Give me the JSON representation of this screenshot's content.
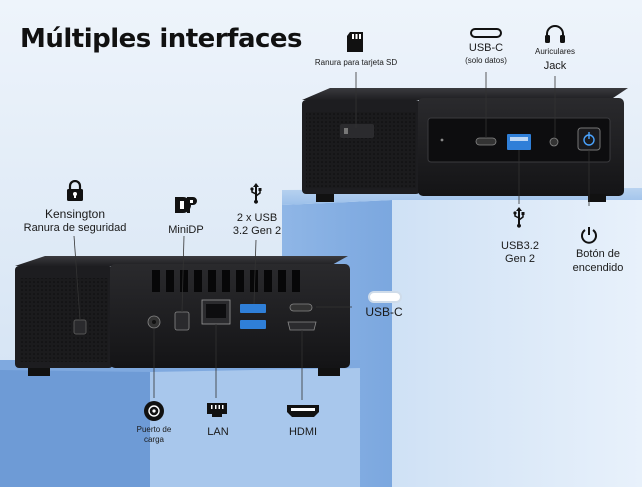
{
  "title": "Múltiples interfaces",
  "labels": {
    "sd_slot": "Ranura para tarjeta SD",
    "usbc_top_line1": "USB-C",
    "usbc_top_line2": "(solo datos)",
    "headphones_line1": "Auriculares",
    "headphones_line2": "Jack",
    "usb32_line1": "USB3.2",
    "usb32_line2": "Gen 2",
    "power_line1": "Botón de",
    "power_line2": "encendido",
    "kensington_line1": "Kensington",
    "kensington_line2": "Ranura de seguridad",
    "minidp": "MiniDP",
    "usb2x_line1": "2 x USB",
    "usb2x_line2": "3.2 Gen 2",
    "usbc_side": "USB-C",
    "charge_line1": "Puerto de",
    "charge_line2": "carga",
    "lan": "LAN",
    "hdmi": "HDMI"
  },
  "icons": [
    "sd-card-icon",
    "usb-c-icon",
    "headphones-icon",
    "usb-icon",
    "power-icon",
    "lock-icon",
    "displayport-icon",
    "usb-icon",
    "usb-c-icon",
    "dc-jack-icon",
    "ethernet-icon",
    "hdmi-icon"
  ],
  "colors": {
    "accent_blue": "#5b9be0",
    "device": "#1c1c1e",
    "background": "#e3edf8"
  }
}
